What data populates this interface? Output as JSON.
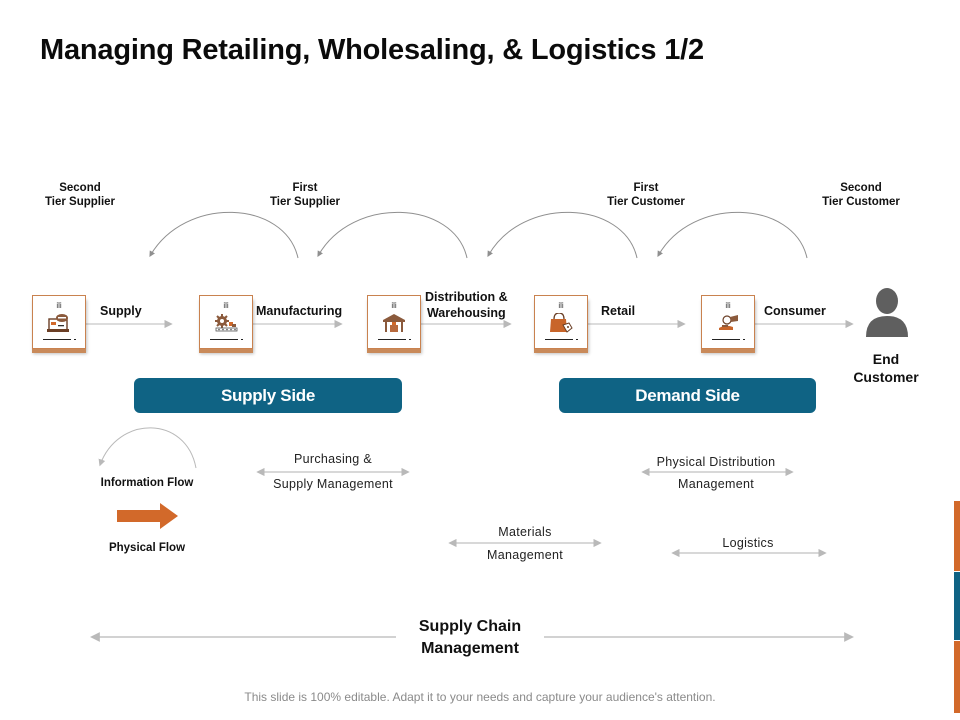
{
  "title": "Managing Retailing, Wholesaling, & Logistics 1/2",
  "tiers": [
    {
      "label": "Second\nTier Supplier",
      "line1": "Second",
      "line2": "Tier Supplier"
    },
    {
      "label": "First\nTier Supplier",
      "line1": "First",
      "line2": "Tier Supplier"
    },
    {
      "label": "First\nTier Customer",
      "line1": "First",
      "line2": "Tier Customer"
    },
    {
      "label": "Second\nTier Customer",
      "line1": "Second",
      "line2": "Tier Customer"
    }
  ],
  "stages": [
    {
      "label": "Supply",
      "icon": "supply-chat-laptop-icon",
      "caption": "ili"
    },
    {
      "label": "Manufacturing",
      "icon": "gears-conveyor-icon",
      "caption": "ili"
    },
    {
      "label_line1": "Distribution &",
      "label_line2": "Warehousing",
      "icon": "warehouse-icon",
      "caption": "ili"
    },
    {
      "label": "Retail",
      "icon": "shopping-bag-tag-icon",
      "caption": "ili"
    },
    {
      "label": "Consumer",
      "icon": "hand-coin-icon",
      "caption": "ili"
    }
  ],
  "end_customer": {
    "line1": "End",
    "line2": "Customer",
    "icon": "person-icon"
  },
  "sides": {
    "supply": "Supply Side",
    "demand": "Demand Side"
  },
  "legend": {
    "information_flow": "Information Flow",
    "physical_flow": "Physical  Flow"
  },
  "flows": {
    "purchasing": {
      "line1": "Purchasing &",
      "line2": "Supply Management"
    },
    "physical_distribution": {
      "line1": "Physical Distribution",
      "line2": "Management"
    },
    "materials": {
      "line1": "Materials",
      "line2": "Management"
    },
    "logistics": {
      "line1": "Logistics"
    }
  },
  "scm": {
    "line1": "Supply Chain",
    "line2": "Management"
  },
  "footer": "This slide is 100% editable. Adapt it to your needs and capture your audience's attention.",
  "colors": {
    "accent_orange": "#d2692a",
    "accent_blue": "#0f6384",
    "arrow_gray": "#b9b9b9",
    "icon_brown": "#8b5a3c"
  }
}
